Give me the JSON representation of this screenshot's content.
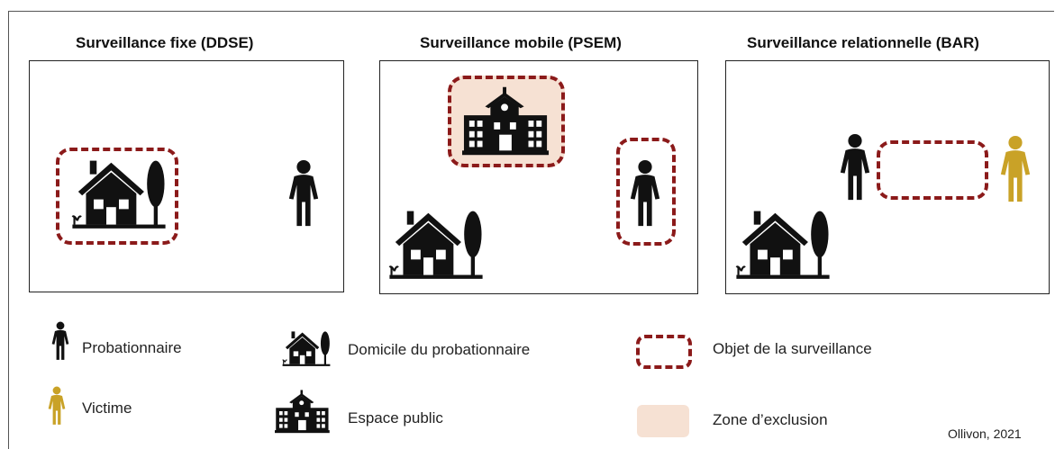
{
  "panels": [
    {
      "title": "Surveillance fixe (DDSE)"
    },
    {
      "title": "Surveillance mobile (PSEM)"
    },
    {
      "title": "Surveillance relationnelle (BAR)"
    }
  ],
  "legend": {
    "probationnaire": "Probationnaire",
    "victime": "Victime",
    "domicile": "Domicile du probationnaire",
    "espace_public": "Espace public",
    "objet": "Objet de la surveillance",
    "zone": "Zone d’exclusion"
  },
  "credit": "Ollivon, 2021",
  "colors": {
    "probationnaire": "#111111",
    "victime": "#c9a227",
    "objet_border": "#8b1a1a",
    "zone_fill": "#f6e1d3"
  }
}
